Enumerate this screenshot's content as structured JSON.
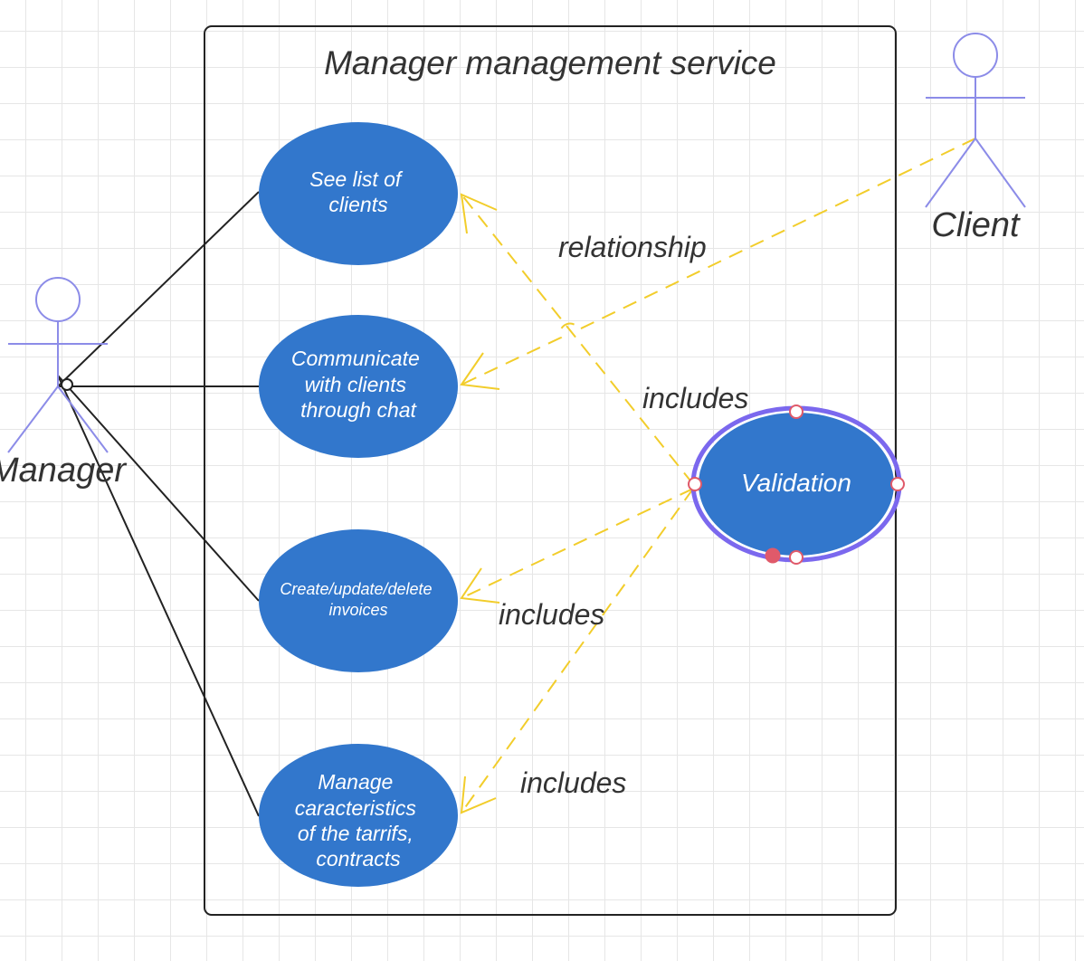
{
  "system": {
    "title": "Manager management service"
  },
  "actors": {
    "manager": {
      "name": "Manager"
    },
    "client": {
      "name": "Client"
    }
  },
  "use_cases": {
    "see_list": {
      "lines": [
        "See list of",
        "clients"
      ]
    },
    "communicate": {
      "lines": [
        "Communicate",
        "with clients",
        "through chat"
      ]
    },
    "invoices": {
      "lines": [
        "Create/update/delete",
        "invoices"
      ]
    },
    "manage": {
      "lines": [
        "Manage",
        "caracteristics",
        "of the tarrifs,",
        "contracts"
      ]
    },
    "validation": {
      "lines": [
        "Validation"
      ]
    }
  },
  "relationships": {
    "client_relationship": "relationship",
    "includes_see_list": "includes",
    "includes_invoices": "includes",
    "includes_manage": "includes"
  },
  "colors": {
    "use_case_fill": "#3277cc",
    "actor_stroke": "#8c8ce8",
    "dependency_line": "#f2cd2b",
    "selection": "#7b68ee",
    "handle": "#e05a6a"
  }
}
